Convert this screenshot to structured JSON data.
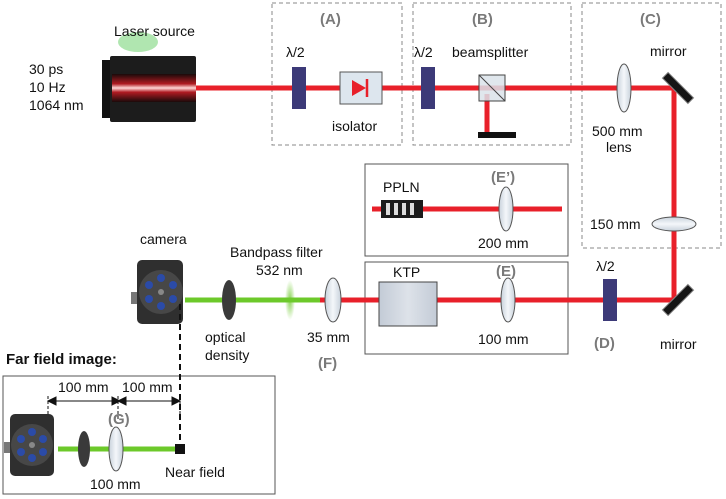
{
  "colors": {
    "laser": "#e8202a",
    "second_harmonic": "#6cc92a",
    "waveplate": "#3c3a78",
    "box_dashed": "#8a8a8a",
    "box_solid": "#555555"
  },
  "source": {
    "title": "Laser source",
    "params": [
      "30 ps",
      "10 Hz",
      "1064 nm"
    ]
  },
  "sections": {
    "A": "(A)",
    "B": "(B)",
    "C": "(C)",
    "D": "(D)",
    "E": "(E)",
    "E_prime": "(E’)",
    "F": "(F)",
    "G": "(G)"
  },
  "components": {
    "waveplate_1": "λ/2",
    "isolator": "isolator",
    "waveplate_2": "λ/2",
    "beamsplitter": "beamsplitter",
    "lens_500_line1": "500 mm",
    "lens_500_line2": "lens",
    "mirror_top": "mirror",
    "lens_150": "150 mm",
    "mirror_bottom": "mirror",
    "waveplate_3": "λ/2",
    "ppln": "PPLN",
    "lens_200": "200 mm",
    "ktp": "KTP",
    "lens_100": "100 mm",
    "lens_35": "35 mm",
    "bandpass_line1": "Bandpass filter",
    "bandpass_line2": "532 nm",
    "od_line1": "optical",
    "od_line2": "density",
    "camera": "camera"
  },
  "far_field": {
    "title": "Far field image:",
    "dist_1": "100 mm",
    "dist_2": "100 mm",
    "lens_label": "100 mm",
    "near_field": "Near field"
  }
}
